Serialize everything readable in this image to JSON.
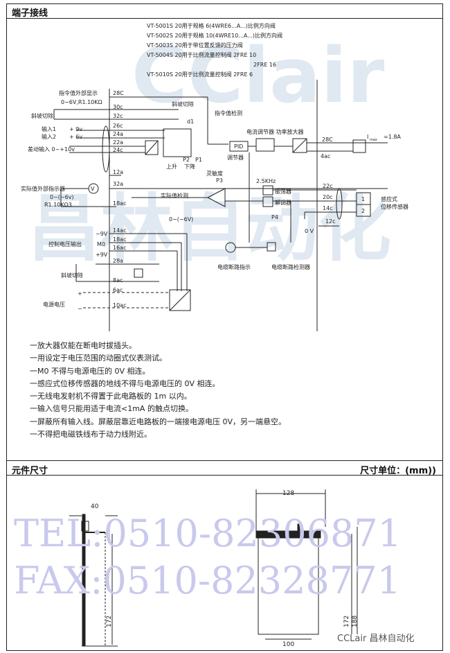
{
  "sections": {
    "wiring_title": "端子接线",
    "dimensions_title": "元件尺寸",
    "dimension_unit": "尺寸单位：(mm))"
  },
  "models": [
    "VT-5001S 20用于规格 6(4WRE6...A...)比例方向阀",
    "VT-5002S 20用于规格 10(4WRE10...A...)比例方向阀",
    "VT-5003S 20用于带位置反馈的压力阀",
    "VT-5004S 20用于比例流量控制阀 2FRE 10",
    "2FRE 16",
    "VT-5010S 20用于比例流量控制阀 2FRE 6"
  ],
  "left_labels": {
    "cmd_ext": "指令值外部显示",
    "cmd_ext_range": "0−6V,R1.10KΩ",
    "ramp_off1": "斜坡切除",
    "in1": "输入1",
    "in1_v": "+ 9v",
    "in2": "输入2",
    "in2_v": "+ 6v",
    "diff": "差动输入 0~+10v",
    "act_ext": "实际值外部指示器",
    "act_range": "0−(−6v)",
    "act_r": "R1.10KΩ3",
    "m9v": "−9V",
    "ctrl_out": "控制电压输出",
    "m0": "M0",
    "p9v": "+9V",
    "ramp_off2": "斜坡切除",
    "plus": "+",
    "supply": "电源电压",
    "minus": "−"
  },
  "terminals": [
    "28C",
    "30c",
    "32c",
    "26c",
    "24a",
    "22a",
    "24c",
    "12a",
    "32a",
    "18ac",
    "14ac",
    "18ac",
    "16ac",
    "28a",
    "8ac",
    "6ac",
    "10ac"
  ],
  "diagram": {
    "ramp_off": "斜坡切除",
    "d1": "d1",
    "cmd_detect": "指令值检测",
    "current_reg": "电流调节器 功率放大器",
    "pid": "PID",
    "regulator": "调节器",
    "up": "上升",
    "down": "下降",
    "p1": "P1",
    "p2": "P2",
    "sens": "灵敏度",
    "p3": "P3",
    "act_detect": "实际值检测",
    "act_det_range": "0−(−6V)",
    "khz": "2.5KHz",
    "osc": "振荡器",
    "demod": "解调器",
    "p4": "P4",
    "t28c": "28C",
    "t4ac": "4ac",
    "imax": "I",
    "imax_sub": "max",
    "imax_val": "=1.8A",
    "t22c": "22c",
    "t20c": "20c",
    "t14c": "14c",
    "t12c": "12c",
    "ov": "0 V",
    "coil1": "1",
    "coil2": "2",
    "sensor1": "感应式",
    "sensor2": "位移传感器",
    "cable_ind": "电缆断路指示",
    "cable_det": "电缆断路检测器",
    "v": "V"
  },
  "notes": [
    "一放大器仅能在断电时拔插头。",
    "一用设定于电压范围的动圈式仪表测试。",
    "一M0 不得与电源电压的 0V 相连。",
    "一感应式位移传感器的地线不得与电源电压的 0V 相连。",
    "一无线电发射机不得置于此电路板的 1m 以内。",
    "一输入信号只能用适于电流<1mA 的触点切换。",
    "一屏蔽所有输入线。屏蔽层靠近电路板的一端接电源电压 0V，另一端悬空。",
    "一不得把电磁铁线布于动力线附近。"
  ],
  "dims": {
    "side_w": "40",
    "side_h": "172",
    "front_w": "128",
    "front_h1": "172",
    "front_h2": "188",
    "front_bottom": "100"
  },
  "watermarks": {
    "logo": "CClair",
    "logo_cn": "昌林自动化",
    "tel": "TEL:0510-82306871",
    "fax": "FAX:0510-82328771",
    "brand": "CCLair 昌林自动化"
  }
}
